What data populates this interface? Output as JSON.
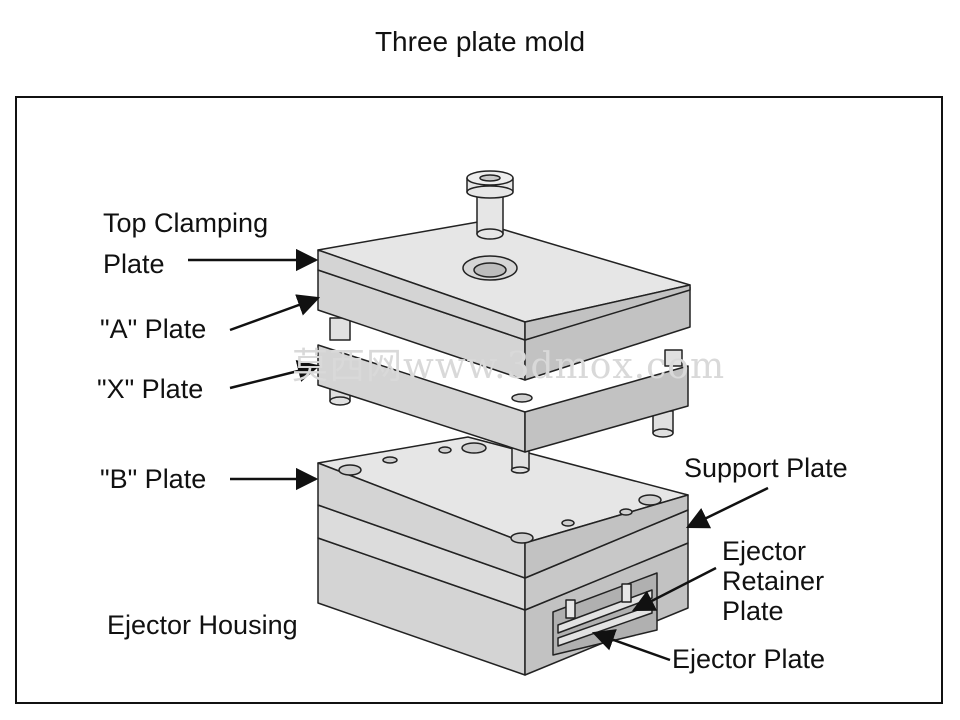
{
  "title": "Three plate mold",
  "watermark": "莫西网www.3dmox.com",
  "labels": {
    "top_clamping_line1": "Top Clamping",
    "top_clamping_line2": "Plate",
    "a_plate": "\"A\" Plate",
    "x_plate": "\"X\" Plate",
    "b_plate": "\"B\" Plate",
    "support_plate": "Support Plate",
    "ejector_retainer_line1": "Ejector",
    "ejector_retainer_line2": "Retainer",
    "ejector_retainer_line3": "Plate",
    "ejector_housing": "Ejector Housing",
    "ejector_plate": "Ejector Plate"
  },
  "colors": {
    "plate_top": "#e6e6e6",
    "plate_front": "#d4d4d4",
    "plate_side": "#c2c2c2",
    "outline": "#222222"
  }
}
